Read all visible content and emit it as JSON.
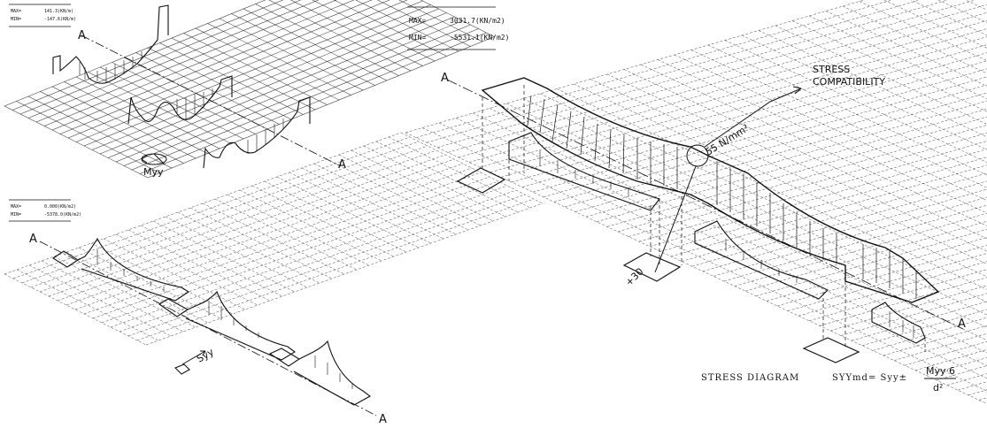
{
  "panels": {
    "moment": {
      "max_label": "MAX=",
      "max_value": "141.3(KN/m)",
      "min_label": "MIN=",
      "min_value": "-147.6(KN/m)",
      "section_start": "A",
      "section_end": "A",
      "moment_label": "Myy"
    },
    "stress_left": {
      "max_label": "MAX=",
      "max_value": "0.000(KN/m2)",
      "min_label": "MIN=",
      "min_value": "-5378.0(KN/m2)",
      "section_start": "A",
      "section_end": "A",
      "stress_label": "Syy"
    },
    "stress_right": {
      "max_label": "MAX=",
      "max_value": "3031.7(KN/m2)",
      "min_label": "MIN=",
      "min_value": "-5531.1(KN/m2)",
      "section_start": "A",
      "section_end": "A",
      "annotation_line1": "STRESS",
      "annotation_line2": "COMPATIBILITY",
      "stress_value": "55 N/mm²",
      "stress_value2": "+30",
      "caption": "STRESS  DIAGRAM",
      "formula_left": "SYYmd= Syy±",
      "formula_num": "Myy·6",
      "formula_den": "d²"
    }
  },
  "colors": {
    "line": "#111111",
    "grid": "#333333"
  }
}
